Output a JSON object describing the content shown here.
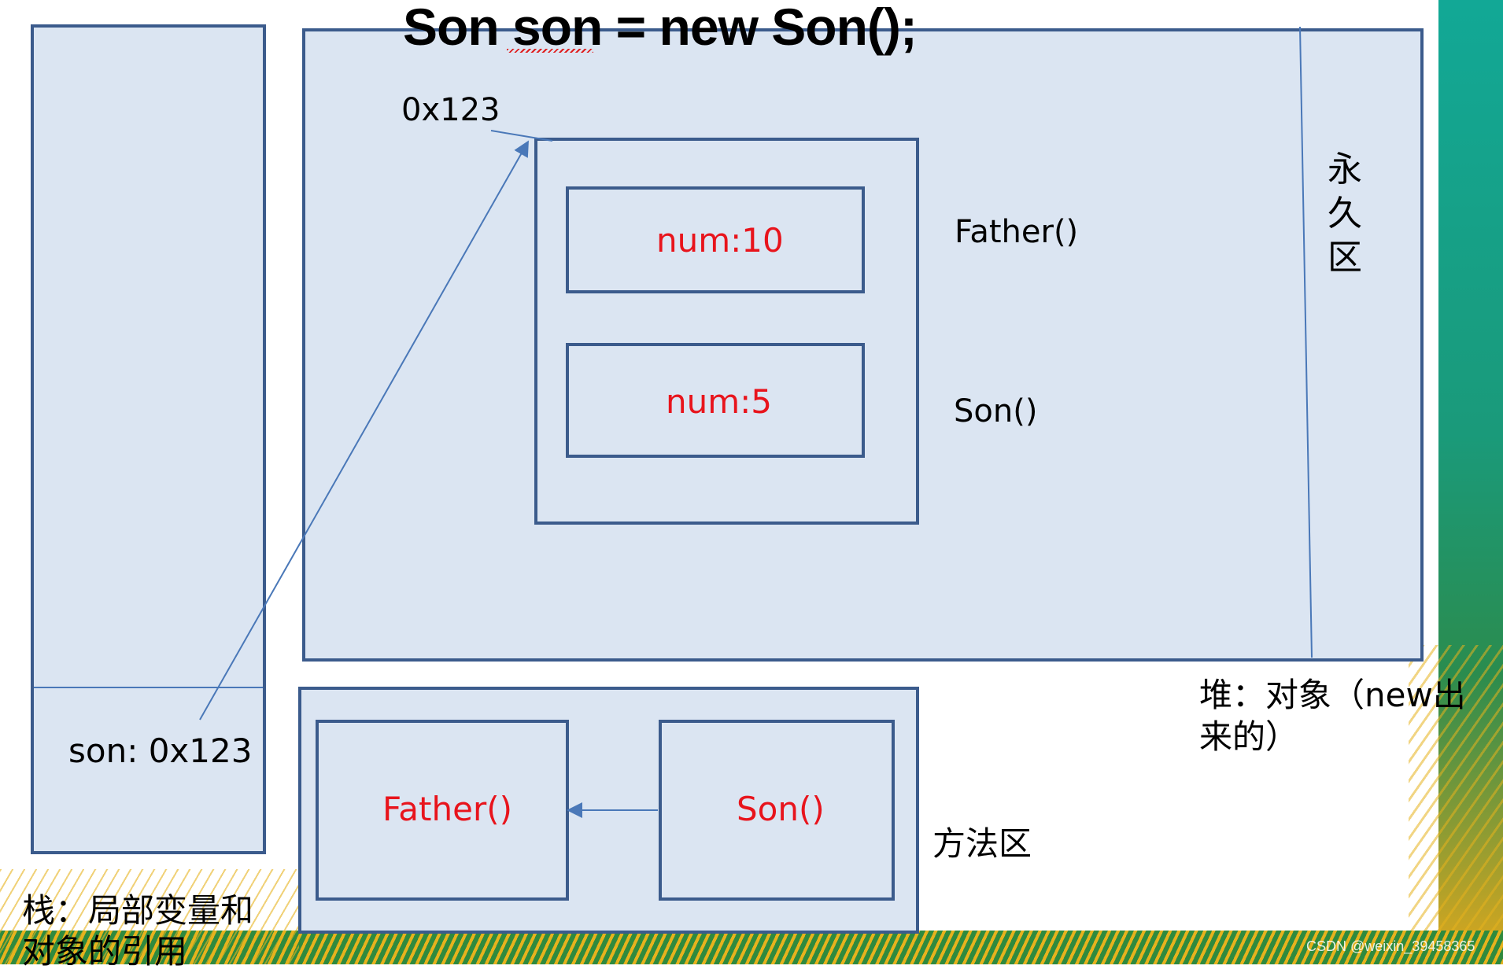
{
  "code_title": "Son son = new Son();",
  "stack": {
    "variable_label": "son: 0x123",
    "caption_line1": "栈：局部变量和",
    "caption_line2": "对象的引用"
  },
  "heap": {
    "address": "0x123",
    "fields": [
      {
        "value": "num:10",
        "constructor": "Father()"
      },
      {
        "value": "num:5",
        "constructor": "Son()"
      }
    ],
    "permgen": [
      "永",
      "久",
      "区"
    ],
    "caption_line1": "堆：对象（new出",
    "caption_line2": "来的）"
  },
  "method_area": {
    "father": "Father()",
    "son": "Son()",
    "caption": "方法区"
  },
  "watermark": "CSDN @weixin_39458365",
  "colors": {
    "box_fill": "#dbe5f2",
    "box_border": "#3b5b8c",
    "value_text": "#e8141c",
    "arrow": "#4a78b8"
  }
}
